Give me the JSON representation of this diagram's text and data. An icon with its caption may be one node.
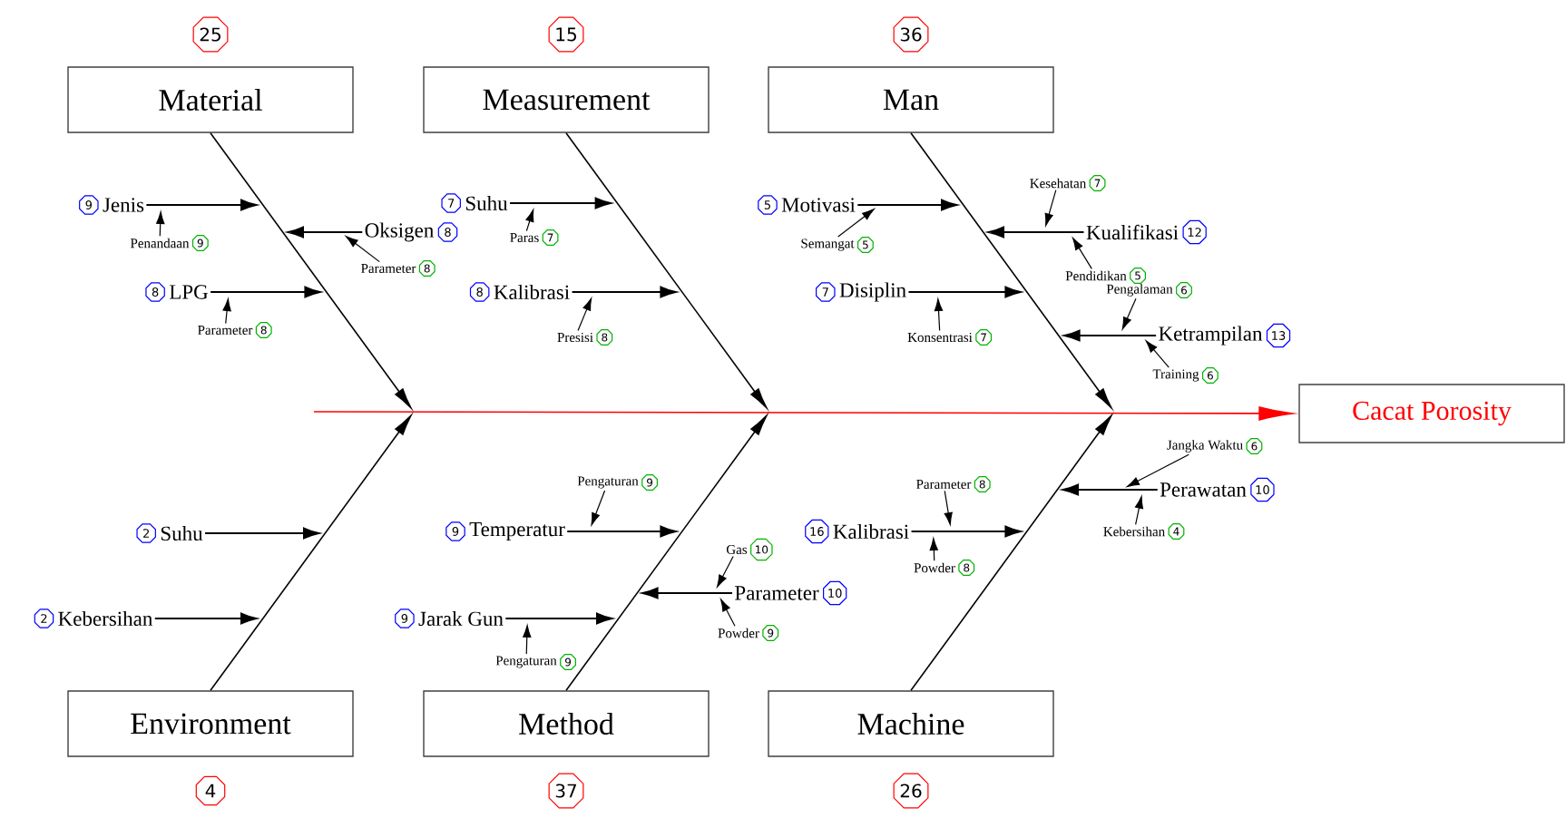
{
  "diagram": {
    "nodes": [
      {
        "text": [
          "Material"
        ],
        "beside": [
          "25"
        ]
      },
      {
        "text": [
          "Jenis"
        ],
        "beside": [
          "9"
        ]
      },
      {
        "text": [
          "Penandaan"
        ],
        "beside": [
          "9"
        ]
      },
      {
        "text": [
          "Oksigen"
        ],
        "beside": [
          "8"
        ]
      },
      {
        "text": [
          "Parameter"
        ],
        "beside": [
          "8"
        ]
      },
      {
        "text": [
          "LPG"
        ],
        "beside": [
          "8"
        ]
      },
      {
        "text": [
          "Parameter"
        ],
        "beside": [
          "8"
        ]
      },
      {
        "text": [
          "Measurement"
        ],
        "beside": [
          "15"
        ]
      },
      {
        "text": [
          "Suhu"
        ],
        "beside": [
          "7"
        ]
      },
      {
        "text": [
          "Paras"
        ],
        "beside": [
          "7"
        ]
      },
      {
        "text": [
          "Kalibrasi"
        ],
        "beside": [
          "8"
        ]
      },
      {
        "text": [
          "Presisi"
        ],
        "beside": [
          "8"
        ]
      },
      {
        "text": [
          "Man"
        ],
        "beside": [
          "36"
        ]
      },
      {
        "text": [
          "Motivasi"
        ],
        "beside": [
          "5"
        ]
      },
      {
        "text": [
          "Semangat"
        ],
        "beside": [
          "5"
        ]
      },
      {
        "text": [
          "Kesehatan"
        ],
        "beside": [
          "7"
        ]
      },
      {
        "text": [
          "Kualifikasi"
        ],
        "beside": [
          "12"
        ]
      },
      {
        "text": [
          "Pendidikan"
        ],
        "beside": [
          "5"
        ]
      },
      {
        "text": [
          "Disiplin"
        ],
        "beside": [
          "7"
        ]
      },
      {
        "text": [
          "Konsentrasi"
        ],
        "beside": [
          "7"
        ]
      },
      {
        "text": [
          "Pengalaman"
        ],
        "beside": [
          "6"
        ]
      },
      {
        "text": [
          "Ketrampilan"
        ],
        "beside": [
          "13"
        ]
      },
      {
        "text": [
          "Training"
        ],
        "beside": [
          "6"
        ]
      },
      {
        "text": [
          "Cacat Porosity"
        ]
      },
      {
        "text": [
          "Suhu"
        ],
        "beside": [
          "2"
        ]
      },
      {
        "text": [
          "Kebersihan"
        ],
        "beside": [
          "2"
        ]
      },
      {
        "text": [
          "Environment"
        ],
        "beside": [
          "4"
        ]
      },
      {
        "text": [
          "Pengaturan"
        ],
        "beside": [
          "9"
        ]
      },
      {
        "text": [
          "Temperatur"
        ],
        "beside": [
          "9"
        ]
      },
      {
        "text": [
          "Gas"
        ],
        "beside": [
          "10"
        ]
      },
      {
        "text": [
          "Parameter"
        ],
        "beside": [
          "10"
        ]
      },
      {
        "text": [
          "Powder"
        ],
        "beside": [
          "9"
        ]
      },
      {
        "text": [
          "Jarak Gun"
        ],
        "beside": [
          "9"
        ]
      },
      {
        "text": [
          "Pengaturan"
        ],
        "beside": [
          "9"
        ]
      },
      {
        "text": [
          "Method"
        ],
        "beside": [
          "37"
        ]
      },
      {
        "text": [
          "Parameter"
        ],
        "beside": [
          "8"
        ]
      },
      {
        "text": [
          "Kalibrasi"
        ],
        "beside": [
          "16"
        ]
      },
      {
        "text": [
          "Powder"
        ],
        "beside": [
          "8"
        ]
      },
      {
        "text": [
          "Jangka Waktu"
        ],
        "beside": [
          "6"
        ]
      },
      {
        "text": [
          "Perawatan"
        ],
        "beside": [
          "10"
        ]
      },
      {
        "text": [
          "Kebersihan"
        ],
        "beside": [
          "4"
        ]
      },
      {
        "text": [
          "Machine"
        ],
        "beside": [
          "26"
        ]
      }
    ],
    "edges": [
      {
        "from": 0,
        "to": null,
        "arrow": "to"
      },
      {
        "from": 7,
        "to": null,
        "arrow": "to"
      },
      {
        "from": 12,
        "to": null,
        "arrow": "to"
      },
      {
        "from": 26,
        "to": null,
        "arrow": "to"
      },
      {
        "from": 34,
        "to": null,
        "arrow": "to"
      },
      {
        "from": 41,
        "to": null,
        "arrow": "to"
      },
      {
        "from": null,
        "to": 23,
        "arrow": "to",
        "color": "#ff0000"
      },
      {
        "from": 1,
        "to": null,
        "arrow": "to"
      },
      {
        "from": 3,
        "to": null,
        "arrow": "to"
      },
      {
        "from": 5,
        "to": null,
        "arrow": "to"
      },
      {
        "from": 8,
        "to": null,
        "arrow": "to"
      },
      {
        "from": 10,
        "to": null,
        "arrow": "to"
      },
      {
        "from": 13,
        "to": null,
        "arrow": "to"
      },
      {
        "from": 16,
        "to": null,
        "arrow": "to"
      },
      {
        "from": 18,
        "to": null,
        "arrow": "to"
      },
      {
        "from": 21,
        "to": null,
        "arrow": "to"
      },
      {
        "from": 24,
        "to": null,
        "arrow": "to"
      },
      {
        "from": 25,
        "to": null,
        "arrow": "to"
      },
      {
        "from": 28,
        "to": null,
        "arrow": "to"
      },
      {
        "from": 30,
        "to": null,
        "arrow": "to"
      },
      {
        "from": 32,
        "to": null,
        "arrow": "to"
      },
      {
        "from": 36,
        "to": null,
        "arrow": "to"
      },
      {
        "from": 39,
        "to": null,
        "arrow": "to"
      },
      {
        "from": 2,
        "to": 1,
        "arrow": "to"
      },
      {
        "from": 4,
        "to": 3,
        "arrow": "to"
      },
      {
        "from": 6,
        "to": 5,
        "arrow": "to"
      },
      {
        "from": 9,
        "to": 8,
        "arrow": "to"
      },
      {
        "from": 11,
        "to": 10,
        "arrow": "to"
      },
      {
        "from": 14,
        "to": 13,
        "arrow": "to"
      },
      {
        "from": 15,
        "to": 16,
        "arrow": "to"
      },
      {
        "from": 17,
        "to": 16,
        "arrow": "to"
      },
      {
        "from": 19,
        "to": 18,
        "arrow": "to"
      },
      {
        "from": 20,
        "to": 21,
        "arrow": "to"
      },
      {
        "from": 22,
        "to": 21,
        "arrow": "to"
      },
      {
        "from": 27,
        "to": 28,
        "arrow": "to"
      },
      {
        "from": 29,
        "to": 30,
        "arrow": "to"
      },
      {
        "from": 31,
        "to": 30,
        "arrow": "to"
      },
      {
        "from": 33,
        "to": 32,
        "arrow": "to"
      },
      {
        "from": 35,
        "to": 36,
        "arrow": "to"
      },
      {
        "from": 37,
        "to": 36,
        "arrow": "to"
      },
      {
        "from": 38,
        "to": 39,
        "arrow": "to"
      },
      {
        "from": 40,
        "to": 39,
        "arrow": "to"
      }
    ]
  }
}
